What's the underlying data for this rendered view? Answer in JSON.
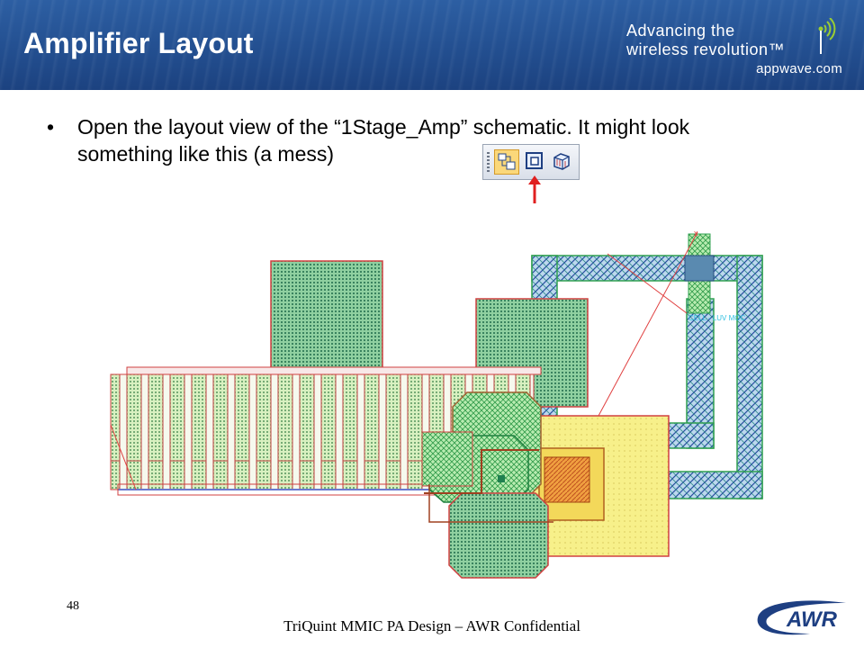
{
  "header": {
    "title": "Amplifier Layout",
    "tagline_line1": "Advancing the",
    "tagline_line2": "wireless revolution™",
    "website": "appwave.com"
  },
  "content": {
    "bullet_symbol": "•",
    "bullet_text": "Open the layout view of the “1Stage_Amp” schematic.  It might look something like this (a mess)"
  },
  "toolbar": {
    "buttons": [
      "schematic-view-icon",
      "layout-view-icon",
      "3d-view-icon"
    ],
    "active_index": 0
  },
  "layout_figure": {
    "label_text": "CELL - LUV MOC",
    "colors": {
      "gate_fill": "#dff0c8",
      "pad_fill": "#3fa060",
      "via_fill": "#2a8a8a",
      "metal_blue": "#4a7fd0",
      "metal_yellow": "#f5ee7a",
      "outline_red": "#e04040"
    }
  },
  "footer": {
    "page_number": "48",
    "text": "TriQuint MMIC PA Design – AWR Confidential",
    "logo_text": "AWR"
  }
}
